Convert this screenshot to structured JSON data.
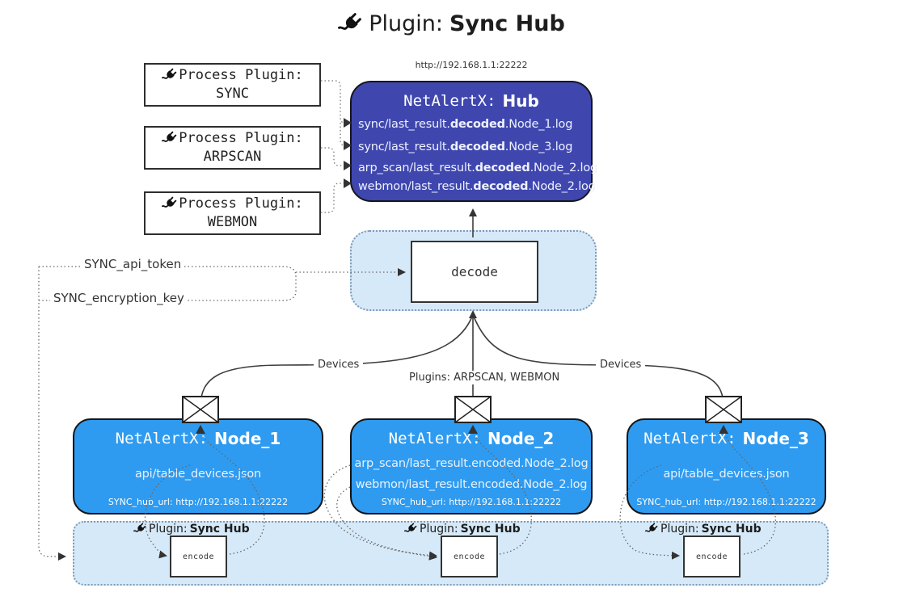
{
  "title": {
    "label": "Plugin:",
    "name": "Sync Hub"
  },
  "process_plugins": [
    {
      "label": "Process Plugin:",
      "name": "SYNC"
    },
    {
      "label": "Process Plugin:",
      "name": "ARPSCAN"
    },
    {
      "label": "Process Plugin:",
      "name": "WEBMON"
    }
  ],
  "hub": {
    "url": "http://192.168.1.1:22222",
    "title_label": "NetAlertX:",
    "title_name": "Hub",
    "logs": [
      {
        "pre": "sync/last_result.",
        "bold": "decoded",
        "post": ".Node_1.log"
      },
      {
        "pre": "sync/last_result.",
        "bold": "decoded",
        "post": ".Node_3.log"
      },
      {
        "pre": "arp_scan/last_result.",
        "bold": "decoded",
        "post": ".Node_2.log"
      },
      {
        "pre": "webmon/last_result.",
        "bold": "decoded",
        "post": ".Node_2.log"
      }
    ]
  },
  "decode_label": "decode",
  "secrets": {
    "api_token": "SYNC_api_token",
    "encryption_key": "SYNC_encryption_key"
  },
  "edges": {
    "devices_left": "Devices",
    "devices_right": "Devices",
    "plugins_mid": "Plugins: ARPSCAN, WEBMON"
  },
  "nodes": [
    {
      "title_label": "NetAlertX:",
      "title_name": "Node_1",
      "lines": [
        "api/table_devices.json"
      ],
      "hub_url": "SYNC_hub_url: http://192.168.1.1:22222"
    },
    {
      "title_label": "NetAlertX:",
      "title_name": "Node_2",
      "lines": [
        "arp_scan/last_result.encoded.Node_2.log",
        "webmon/last_result.encoded.Node_2.log"
      ],
      "hub_url": "SYNC_hub_url: http://192.168.1.1:22222"
    },
    {
      "title_label": "NetAlertX:",
      "title_name": "Node_3",
      "lines": [
        "api/table_devices.json"
      ],
      "hub_url": "SYNC_hub_url: http://192.168.1.1:22222"
    }
  ],
  "encoders": [
    {
      "plugin_label": "Plugin:",
      "plugin_name": "Sync Hub",
      "box_label": "encode"
    },
    {
      "plugin_label": "Plugin:",
      "plugin_name": "Sync Hub",
      "box_label": "encode"
    },
    {
      "plugin_label": "Plugin:",
      "plugin_name": "Sync Hub",
      "box_label": "encode"
    }
  ],
  "colors": {
    "hub_fill": "#3f47ae",
    "hub_border": "#16161d",
    "node_fill": "#2e9bf0",
    "node_border": "#141414",
    "panel_fill": "#d6e9f8",
    "panel_border": "#7d9ab8",
    "box_border": "#2e2e2e",
    "line_color": "#3d3d3d",
    "dotted_color": "#6a6a6a",
    "text_dark": "#2a2a2a",
    "text_light": "#ffffff"
  }
}
